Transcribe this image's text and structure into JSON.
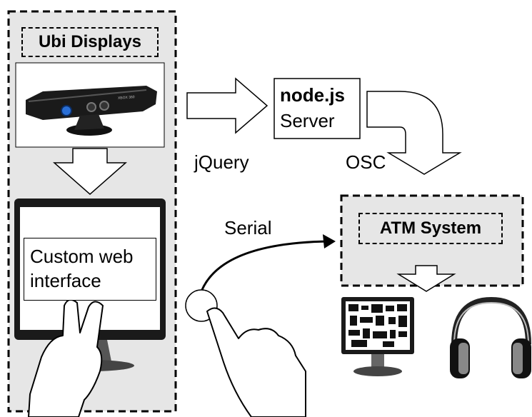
{
  "left_panel": {
    "title": "Ubi Displays"
  },
  "monitor_screen": {
    "label_line1": "Custom web",
    "label_line2": "interface"
  },
  "server": {
    "title": "node.js",
    "subtitle": "Server"
  },
  "connections": {
    "jquery": "jQuery",
    "osc": "OSC",
    "serial": "Serial"
  },
  "atm_panel": {
    "title": "ATM System"
  },
  "kinect_badge": "XBOX 360"
}
